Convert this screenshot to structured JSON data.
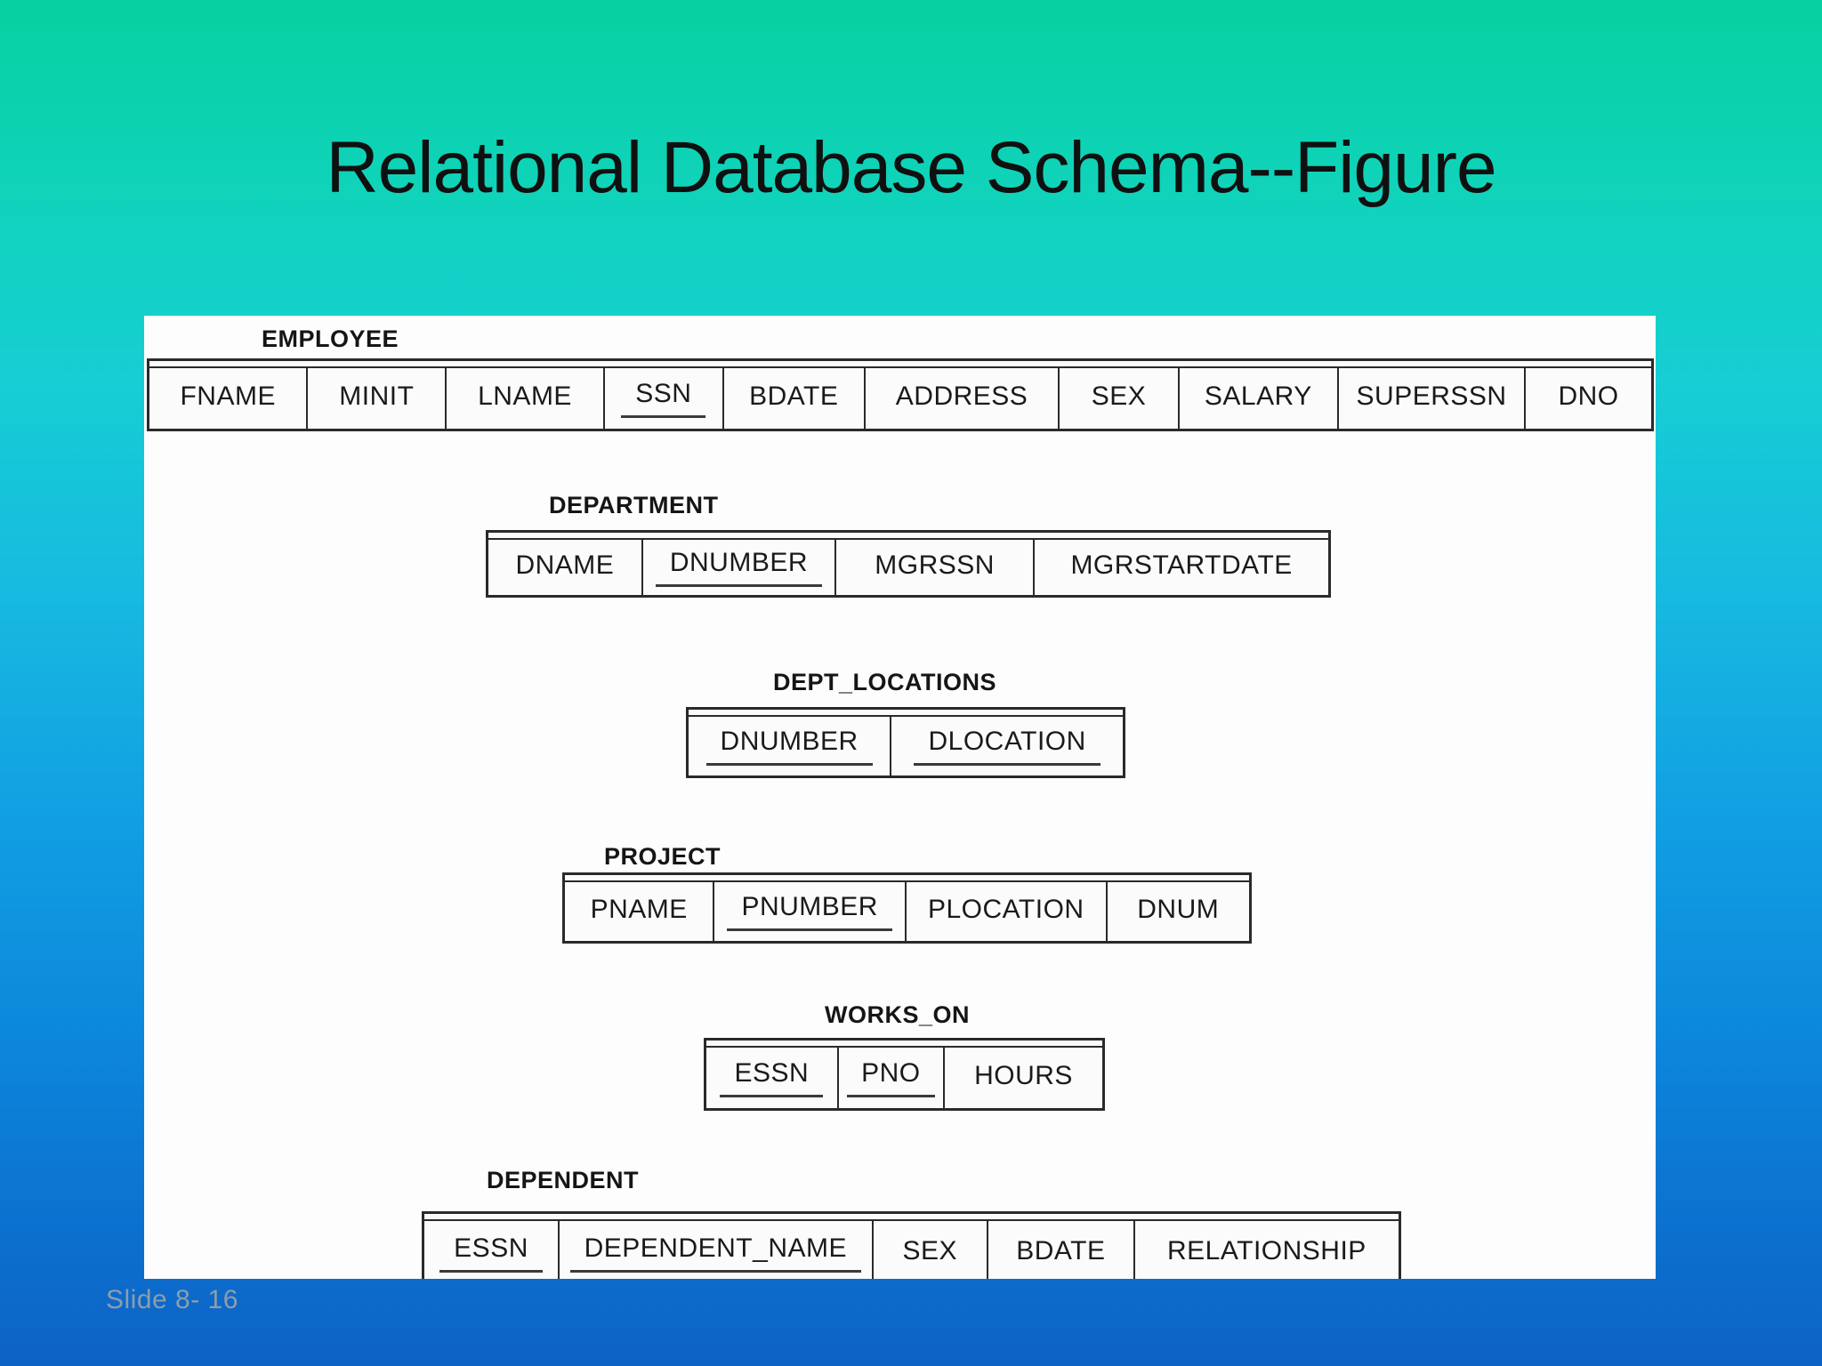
{
  "slide": {
    "title": "Relational Database Schema--Figure",
    "footer": "Slide 8- 16"
  },
  "schema": {
    "tables": [
      {
        "name": "EMPLOYEE",
        "columns": [
          {
            "label": "FNAME",
            "key": false
          },
          {
            "label": "MINIT",
            "key": false
          },
          {
            "label": "LNAME",
            "key": false
          },
          {
            "label": "SSN",
            "key": true
          },
          {
            "label": "BDATE",
            "key": false
          },
          {
            "label": "ADDRESS",
            "key": false
          },
          {
            "label": "SEX",
            "key": false
          },
          {
            "label": "SALARY",
            "key": false
          },
          {
            "label": "SUPERSSN",
            "key": false
          },
          {
            "label": "DNO",
            "key": false
          }
        ]
      },
      {
        "name": "DEPARTMENT",
        "columns": [
          {
            "label": "DNAME",
            "key": false
          },
          {
            "label": "DNUMBER",
            "key": true
          },
          {
            "label": "MGRSSN",
            "key": false
          },
          {
            "label": "MGRSTARTDATE",
            "key": false
          }
        ]
      },
      {
        "name": "DEPT_LOCATIONS",
        "columns": [
          {
            "label": "DNUMBER",
            "key": true
          },
          {
            "label": "DLOCATION",
            "key": true
          }
        ]
      },
      {
        "name": "PROJECT",
        "columns": [
          {
            "label": "PNAME",
            "key": false
          },
          {
            "label": "PNUMBER",
            "key": true
          },
          {
            "label": "PLOCATION",
            "key": false
          },
          {
            "label": "DNUM",
            "key": false
          }
        ]
      },
      {
        "name": "WORKS_ON",
        "columns": [
          {
            "label": "ESSN",
            "key": true
          },
          {
            "label": "PNO",
            "key": true
          },
          {
            "label": "HOURS",
            "key": false
          }
        ]
      },
      {
        "name": "DEPENDENT",
        "columns": [
          {
            "label": "ESSN",
            "key": true
          },
          {
            "label": "DEPENDENT_NAME",
            "key": true
          },
          {
            "label": "SEX",
            "key": false
          },
          {
            "label": "BDATE",
            "key": false
          },
          {
            "label": "RELATIONSHIP",
            "key": false
          }
        ]
      }
    ]
  },
  "colors": {
    "background_top": "#06D1A1",
    "background_bottom": "#0D63C5",
    "panel": "#FDFDFD",
    "table_border": "#2A2A2A",
    "text": "#1A1A1A",
    "footer_text": "#8E9DAB"
  }
}
